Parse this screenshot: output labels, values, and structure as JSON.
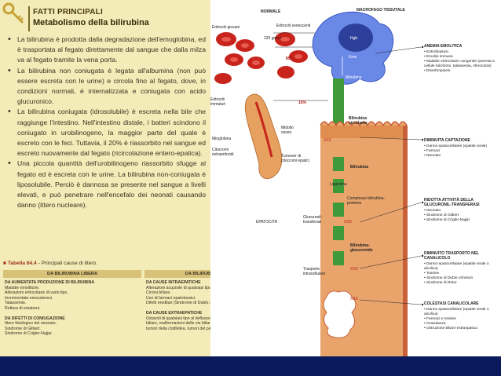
{
  "header": {
    "title": "FATTI PRINCIPALI",
    "subtitle": "Metabolismo della bilirubina"
  },
  "bullets": [
    "La bilirubina è prodotta dalla degradazione dell'emoglobina, ed è trasportata al fegato direttamente dal sangue che dalla milza va al fegato tramite la vena porta.",
    "La bilirubina non coniugata è legata all'albumina (non può essere escreta con le urine) e circola fino al fegato, dove, in condizioni normali, è internalizzata e coniugata con acido glucuronico.",
    "La bilirubina coniugata (idrosolubile) è escreta nella bile che raggiunge l'intestino. Nell'intestino distale, i batteri scindono il coniugato in urobilinogeno, la maggior parte del quale è escreto con le feci. Tuttavia, il 20% è riassorbito nel sangue ed escreto nuovamente dal fegato (ricircolazione entero-epatica).",
    "Una piccola quantità dell'urobilinogeno riassorbito sfugge al fegato ed è escreta con le urine. La bilirubina non-coniugata è liposolubile. Perciò è dannosa se presente nel sangue a livelli elevati, e può penetrare nell'encefalo dei neonati causando danno (ittero nucleare)."
  ],
  "table": {
    "caption_num": "Tabella 64.4",
    "caption_text": " - Principali cause di ittero.",
    "col1_header": "DA BILIRUBINA LIBERA",
    "col2_header": "DA BILIRUBINA CONIUGATA",
    "col1": [
      {
        "sec": "DA AUMENTATA PRODUZIONE DI BILIRUBINA",
        "lines": [
          "Malattie emolitiche.",
          "Alterazioni eritrocitarie di vario tipo.",
          "Incrementata emocateresi.",
          "Talassemie.",
          "Rottura di ematomi."
        ]
      },
      {
        "sec": "DA DIFETTI DI CONIUGAZIONE",
        "lines": [
          "Ittero fisiologico del neonato.",
          "Sindrome di Gilbert.",
          "Sindrome di Crigler-Najjar."
        ]
      }
    ],
    "col2": [
      {
        "sec": "DA CAUSE INTRAEPATICHE",
        "lines": [
          "Alterazioni acquisite di qualsiasi tipo degli epatociti.",
          "Cirrosi biliare.",
          "Uso di farmaci epatotossici.",
          "Difetti ereditari (Sindrome di Dubin-Johnson, Sindrome di Rotor)."
        ]
      },
      {
        "sec": "DA CAUSE EXTRAEPATICHE",
        "lines": [
          "Ostacoli di qualsiasi tipo al deflusso della bile nella cistifellea (calcolosi biliare, malformazioni delle vie biliari,",
          "tumori della cistifellea, tumori del pancreas)."
        ]
      }
    ]
  },
  "diagram": {
    "normale": "NORMALE",
    "macrofago": "MACROFAGO TISSUTALE",
    "eritrociti_giovani": "Eritrociti giovani",
    "eritrociti_senescenti": "Eritrociti senescenti",
    "giorni": "120 giorni",
    "pct85": "85%",
    "pct15": "15%",
    "hgb": "Hgb",
    "eme": "Eme",
    "bilirubina": "Bilirubina",
    "eritrociti_immaturi": "Eritrociti immaturi",
    "midollo": "Midollo osseo",
    "mioglobina": "Mioglobina",
    "citocromi": "Citocromi extraeritroidi",
    "bil_circolante": "Bilirubina circolante",
    "tumover": "Turnover di citocromi epatici",
    "bilirubina2": "Bilirubina",
    "ligandina": "Ligandina",
    "complesso": "Complesso bilirubina-proteina",
    "epatocita": "EPATOCITA",
    "glucuronil": "Glucuronil-transferasi",
    "bil_gluc": "Bilirubina-glucuronide",
    "trasporto": "Trasporto intracellulare",
    "xxx": "XXX",
    "r1_title": "ANEMIA EMOLITICA",
    "r1_items": [
      "Eritroblastosi",
      "Emolisi immune",
      "Malattie eritrocitarie congenite (anemia a cellule falciformi, talassemia, sferocitosi)",
      "Diseritropoiesi"
    ],
    "r2_title": "DIMINUITA CAPTAZIONE",
    "r2_items": [
      "Danno epatocellulare (epatite virale)",
      "Farmaci",
      "Neonato"
    ],
    "r3_title": "RIDOTTA ATTIVITÀ DELLA GLUCURONIL-TRANSFERASI",
    "r3_items": [
      "Neonato",
      "Sindrome di Gilbert",
      "Sindrome di Crigler-Najjar"
    ],
    "r4_title": "DIMINUITO TRASPORTO NEL CANALICOLO",
    "r4_items": [
      "Danno epatocellulare (epatite virale o alcolica)",
      "Tossine",
      "Sindrome di Dubin-Johnson",
      "Sindrome di Rotor"
    ],
    "r5_title": "COLESTASI CANALICOLARE",
    "r5_items": [
      "Danno epatocellulare (epatite virale o alcolica)",
      "Farmaci e tossine",
      "Gravidanza",
      "Ostruzione biliare extraepatica"
    ]
  },
  "colors": {
    "left_bg": "#f3ebb8",
    "slide_bg": "#0a1a5c",
    "arrow_green": "#3f9a3a",
    "rbc_red": "#c8241c",
    "macrophage_blue": "#4a6fd8",
    "liver_orange": "#e27a3c"
  }
}
